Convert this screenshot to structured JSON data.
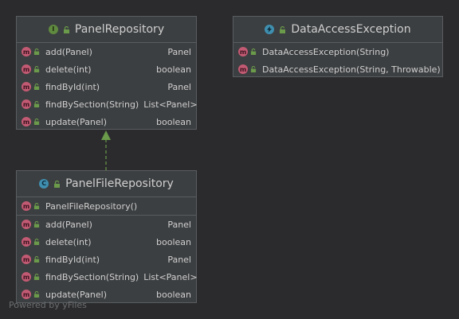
{
  "classes": {
    "panel_repository": {
      "kind_letter": "I",
      "title": "PanelRepository",
      "methods": [
        {
          "name": "add(Panel)",
          "type": "Panel"
        },
        {
          "name": "delete(int)",
          "type": "boolean"
        },
        {
          "name": "findById(int)",
          "type": "Panel"
        },
        {
          "name": "findBySection(String)",
          "type": "List<Panel>"
        },
        {
          "name": "update(Panel)",
          "type": "boolean"
        }
      ]
    },
    "data_access_exception": {
      "title": "DataAccessException",
      "constructors": [
        {
          "name": "DataAccessException(String)"
        },
        {
          "name": "DataAccessException(String, Throwable)"
        }
      ]
    },
    "panel_file_repository": {
      "kind_letter": "C",
      "title": "PanelFileRepository",
      "constructor": "PanelFileRepository()",
      "methods": [
        {
          "name": "add(Panel)",
          "type": "Panel"
        },
        {
          "name": "delete(int)",
          "type": "boolean"
        },
        {
          "name": "findById(int)",
          "type": "Panel"
        },
        {
          "name": "findBySection(String)",
          "type": "List<Panel>"
        },
        {
          "name": "update(Panel)",
          "type": "boolean"
        }
      ]
    }
  },
  "method_badge": "m",
  "icons": {
    "interface": "interface-icon",
    "class": "class-icon",
    "exception": "exception-icon",
    "method": "method-icon",
    "public": "public-access-icon"
  },
  "colors": {
    "background": "#2b2b2d",
    "box": "#3c3f41",
    "border": "#5a5d60",
    "implements_arrow": "#6a9a4a",
    "method_badge": "#c35a73"
  },
  "watermark": "Powered by yFiles"
}
